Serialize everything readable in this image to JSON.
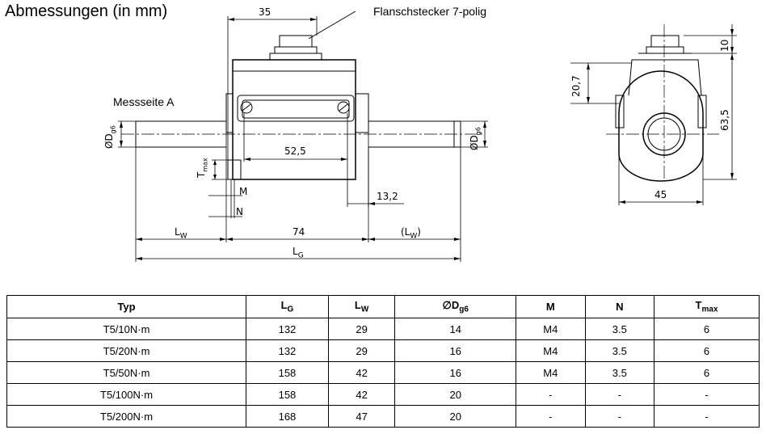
{
  "title": "Abmessungen (in mm)",
  "labels": {
    "connector": "Flanschstecker 7-polig",
    "measuring_side": "Messseite A"
  },
  "dimensions": {
    "d35": "35",
    "d52_5": "52,5",
    "d13_2": "13,2",
    "d74": "74",
    "lw_left": "L",
    "lw_left_sub": "W",
    "lw_right": "(L",
    "lw_right_sub": "W",
    "lw_right_close": ")",
    "lg": "L",
    "lg_sub": "G",
    "m": "M",
    "n": "N",
    "tmax": "T",
    "tmax_sub": "max",
    "dg6_left": "ØD",
    "dg6_left_sub": "g6",
    "dg6_right": "ØD",
    "dg6_right_sub": "g6",
    "d20_7": "20,7",
    "d10": "10",
    "d63_5": "63,5",
    "d45": "45"
  },
  "table": {
    "headers": [
      {
        "main": "Typ",
        "sub": ""
      },
      {
        "main": "L",
        "sub": "G"
      },
      {
        "main": "L",
        "sub": "W"
      },
      {
        "main": "∅D",
        "sub": "g6"
      },
      {
        "main": "M",
        "sub": ""
      },
      {
        "main": "N",
        "sub": ""
      },
      {
        "main": "T",
        "sub": "max"
      }
    ],
    "rows": [
      [
        "T5/10N·m",
        "132",
        "29",
        "14",
        "M4",
        "3.5",
        "6"
      ],
      [
        "T5/20N·m",
        "132",
        "29",
        "16",
        "M4",
        "3.5",
        "6"
      ],
      [
        "T5/50N·m",
        "158",
        "42",
        "16",
        "M4",
        "3.5",
        "6"
      ],
      [
        "T5/100N·m",
        "158",
        "42",
        "20",
        "-",
        "-",
        "-"
      ],
      [
        "T5/200N·m",
        "168",
        "47",
        "20",
        "-",
        "-",
        "-"
      ]
    ]
  }
}
